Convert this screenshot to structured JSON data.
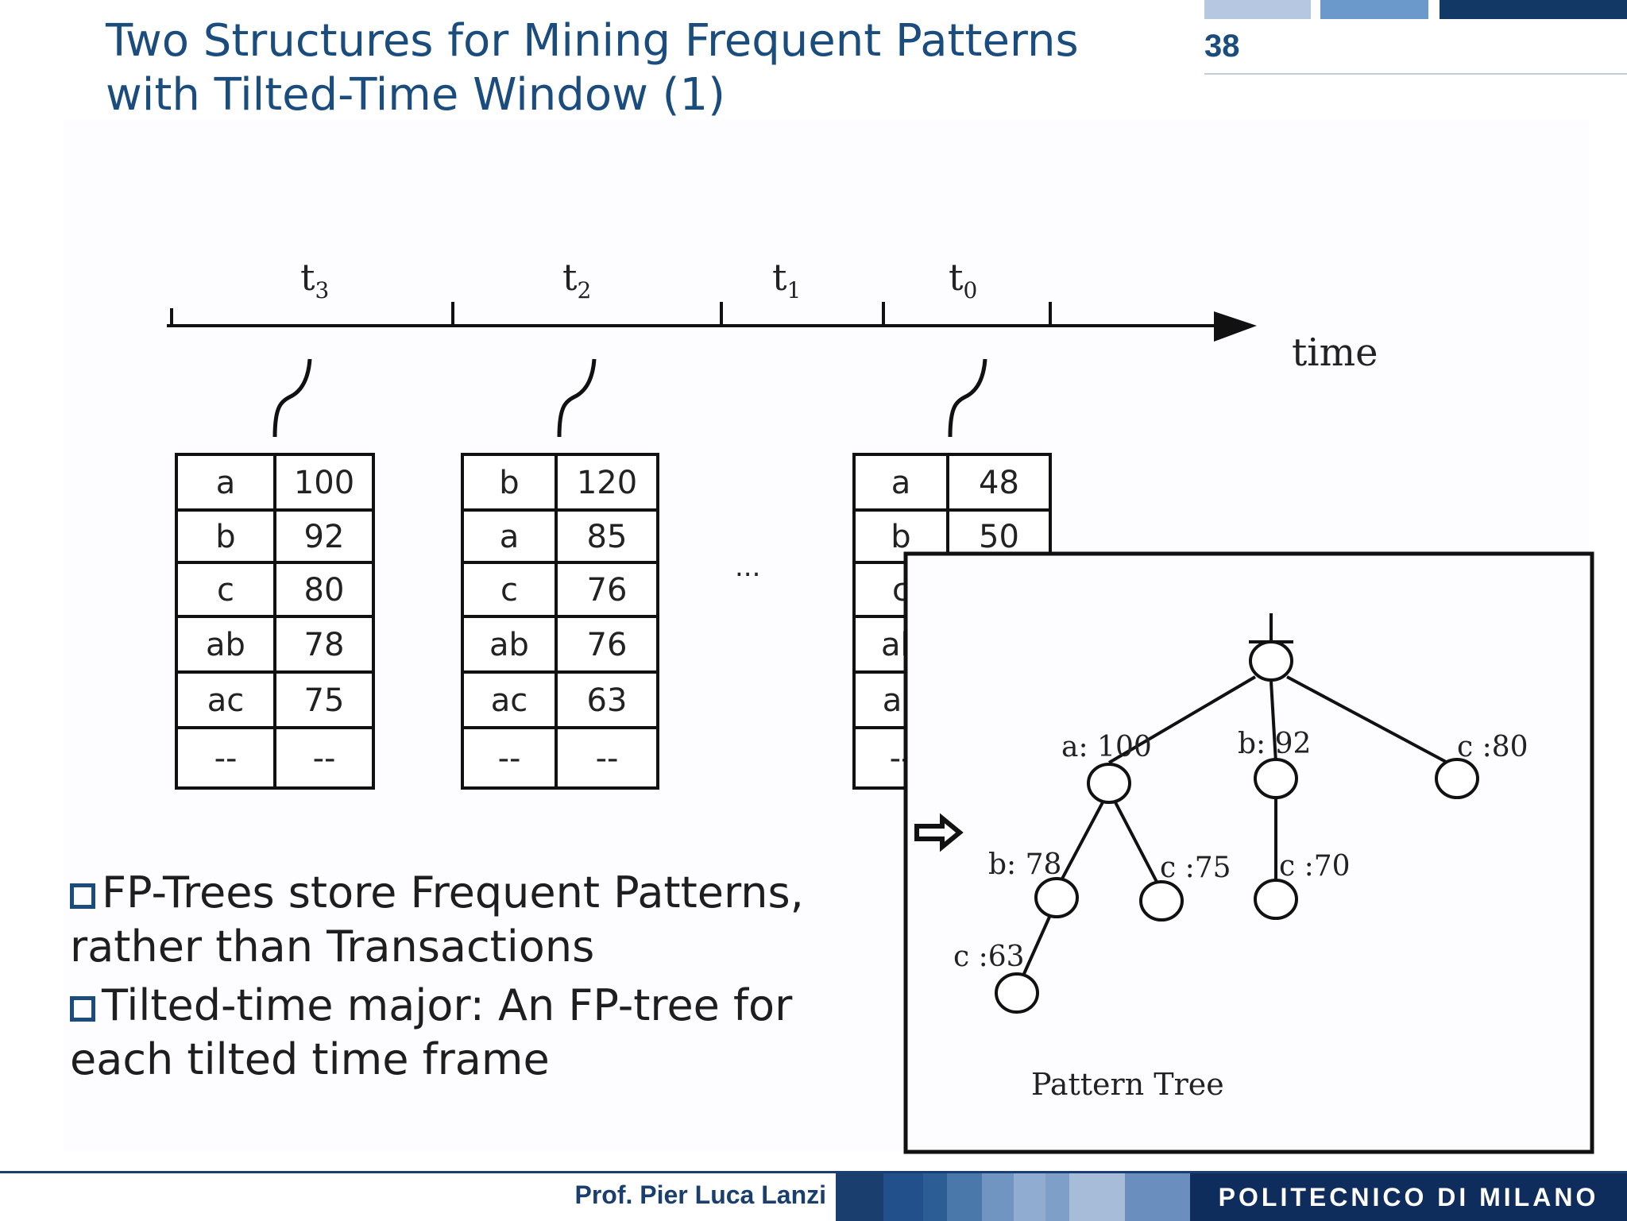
{
  "slide": {
    "title_line1": "Two Structures for Mining Frequent Patterns",
    "title_line2": "with Tilted-Time Window (1)",
    "page_number": "38"
  },
  "timeline": {
    "labels": [
      "t3",
      "t2",
      "t1",
      "t0"
    ],
    "axis_label": "time",
    "ellipsis": "..."
  },
  "tables": {
    "t3": [
      [
        "a",
        "100"
      ],
      [
        "b",
        "92"
      ],
      [
        "c",
        "80"
      ],
      [
        "ab",
        "78"
      ],
      [
        "ac",
        "75"
      ],
      [
        "--",
        "--"
      ]
    ],
    "t2": [
      [
        "b",
        "120"
      ],
      [
        "a",
        "85"
      ],
      [
        "c",
        "76"
      ],
      [
        "ab",
        "76"
      ],
      [
        "ac",
        "63"
      ],
      [
        "--",
        "--"
      ]
    ],
    "t0_visible": [
      [
        "a",
        "48"
      ],
      [
        "b",
        "50"
      ],
      [
        "c",
        ""
      ],
      [
        "ab",
        ""
      ],
      [
        "ac",
        ""
      ],
      [
        "--",
        ""
      ]
    ]
  },
  "pattern_tree": {
    "nodes": [
      "a: 100",
      "b: 92",
      "c :80",
      "b: 78",
      "c :75",
      "c :70",
      "c :63"
    ],
    "caption": "Pattern Tree"
  },
  "bullets": [
    "FP-Trees store Frequent Patterns, rather than Transactions",
    "Tilted-time major: An FP-tree for each tilted time frame"
  ],
  "footer": {
    "author": "Prof. Pier Luca Lanzi",
    "institution": "POLITECNICO DI MILANO"
  },
  "colors": {
    "title": "#1a4c7e",
    "footer_dark": "#0f2d5c"
  }
}
